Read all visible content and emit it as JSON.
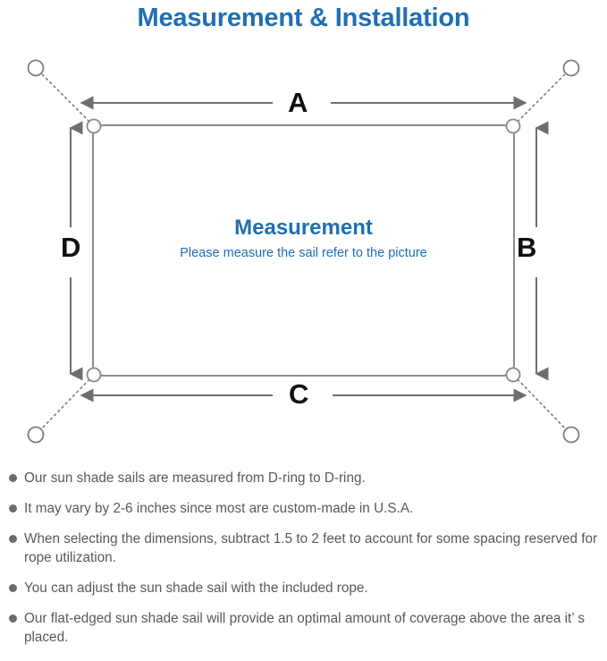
{
  "page": {
    "title": "Measurement & Installation",
    "title_color": "#1f6fb2",
    "background": "#ffffff"
  },
  "diagram": {
    "name": "sun-shade-sail-measurement-diagram",
    "center_title": "Measurement",
    "center_subtitle": "Please measure the sail refer to the picture",
    "center_text_color": "#1f6fb2",
    "line_color": "#6e6e6e",
    "sail_edge_color": "#8a8a8a",
    "labels": {
      "top": "A",
      "right": "B",
      "bottom": "C",
      "left": "D"
    },
    "label_color": "#101010",
    "d_ring_count": 4,
    "anchor_point_count": 4,
    "anchor_line_style": "dotted"
  },
  "notes": {
    "bullet_color": "#6b6b6b",
    "text_color": "#595959",
    "items": [
      "Our sun shade sails are measured from D-ring to D-ring.",
      "It may vary by 2-6 inches since most are custom-made in U.S.A.",
      "When selecting the dimensions, subtract 1.5 to 2 feet to account for some spacing reserved for rope utilization.",
      "You can adjust the sun shade sail with the included rope.",
      "Our flat-edged sun shade sail will provide an optimal amount of coverage above the area it’ s placed."
    ]
  }
}
